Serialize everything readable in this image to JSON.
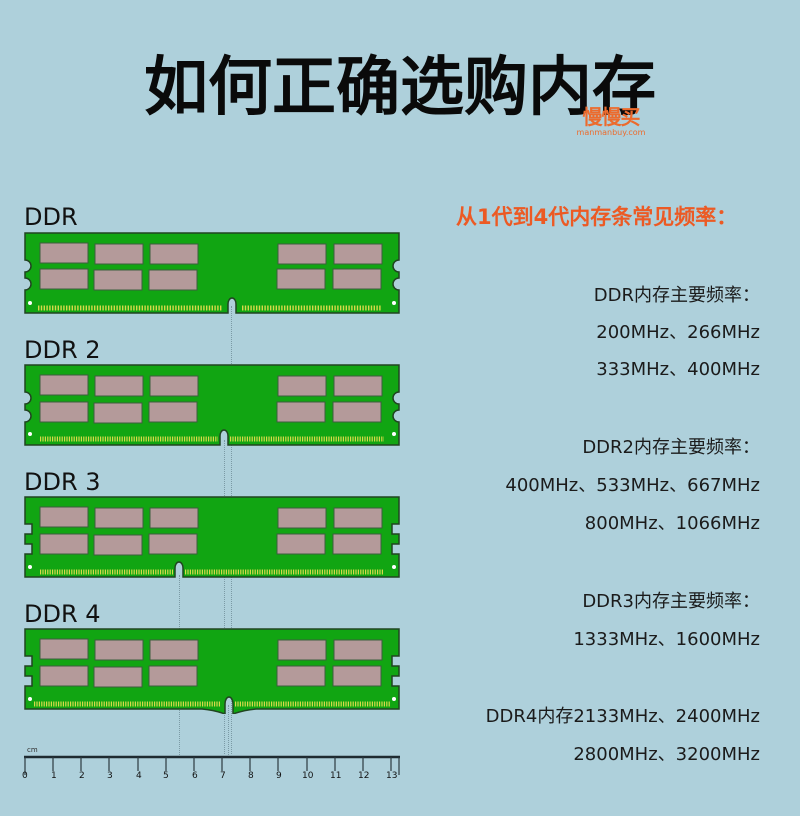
{
  "title": "如何正确选购内存",
  "logo": {
    "name": "慢慢买",
    "domain": "manmanbuy.com",
    "color": "#ec6b2d"
  },
  "modules": [
    {
      "label": "DDR",
      "notch_cm": 7.2
    },
    {
      "label": "DDR 2",
      "notch_cm": 7.0
    },
    {
      "label": "DDR 3",
      "notch_cm": 5.5
    },
    {
      "label": "DDR 4",
      "notch_cm": 7.2
    }
  ],
  "ruler": {
    "unit": "cm",
    "ticks": [
      "0",
      "1",
      "2",
      "3",
      "4",
      "5",
      "6",
      "7",
      "8",
      "9",
      "10",
      "11",
      "12",
      "13"
    ]
  },
  "frequencies": {
    "heading": "从1代到4代内存条常见频率：",
    "ddr": {
      "title": "DDR内存主要频率：",
      "lines": [
        "200MHz、266MHz",
        "333MHz、400MHz"
      ]
    },
    "ddr2": {
      "title": "DDR2内存主要频率：",
      "lines": [
        "400MHz、533MHz、667MHz",
        "800MHz、1066MHz"
      ]
    },
    "ddr3": {
      "title": "DDR3内存主要频率：",
      "lines": [
        "1333MHz、1600MHz"
      ]
    },
    "ddr4": {
      "title": "DDR4内存2133MHz、2400MHz",
      "lines": [
        "2800MHz、3200MHz"
      ]
    }
  },
  "colors": {
    "background": "#aed0db",
    "pcb": "#11a512",
    "chip": "#b49a9a",
    "pins": "#d8d94a",
    "heading": "#ec5a24"
  }
}
